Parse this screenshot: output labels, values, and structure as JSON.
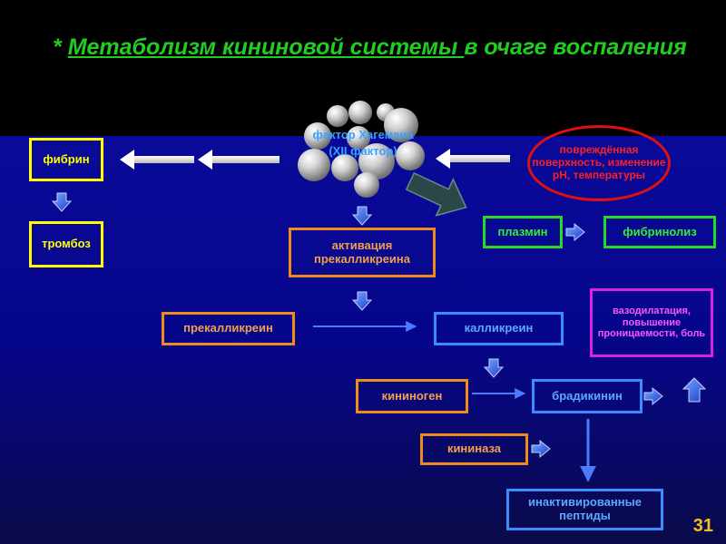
{
  "slide": {
    "title_prefix": "* ",
    "title_underlined": "Метаболизм кининовой системы ",
    "title_rest": "в очаге воспаления",
    "page_number": "31"
  },
  "nodes": {
    "fibrin": "фибрин",
    "thrombosis": "тромбоз",
    "hageman_line1": "фактор Хагемана",
    "hageman_line2": "(XII фактор)",
    "damage": "повреждённая поверхность, изменение pH, температуры",
    "activation": "активация прекалликреина",
    "plasmin": "плазмин",
    "fibrinolysis": "фибринолиз",
    "prekallikrein": "прекалликреин",
    "kallikrein": "калликреин",
    "vasodilation": "вазодилатация, повышение проницаемости, боль",
    "kininogen": "кининоген",
    "bradykinin": "брадикинин",
    "kininase": "кининаза",
    "inactivated": "инактивированные пептиды"
  },
  "colors": {
    "yellow": "#ffff00",
    "orange": "#f08a1a",
    "blue": "#3a8cff",
    "green": "#22dd22",
    "magenta": "#dd22dd",
    "red": "#e01010"
  }
}
